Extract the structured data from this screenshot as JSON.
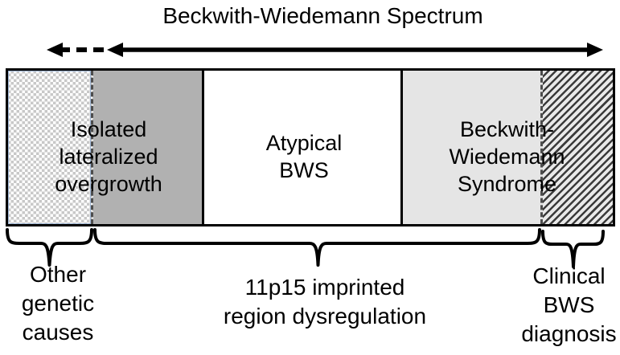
{
  "title": "Beckwith-Wiedemann Spectrum",
  "colors": {
    "segment_gray": "#b1b1b1",
    "segment_lightgray": "#e5e5e5",
    "checker_gray": "#c8c8c8",
    "checker_outline": "#9fb6d4",
    "hatch_line": "#3b3b3b",
    "hatch_bg": "#e9e9e9",
    "divider_dash": "#4d4d4d",
    "ink": "#000000"
  },
  "bar": {
    "segments": [
      {
        "id": "other-genetic-causes-region",
        "pattern": "checkerboard",
        "label": ""
      },
      {
        "id": "isolated-lateralized-overgrowth",
        "pattern": "solid-gray",
        "label": "Isolated lateralized overgrowth"
      },
      {
        "id": "atypical-bws",
        "pattern": "solid-white",
        "label": "Atypical BWS"
      },
      {
        "id": "beckwith-wiedemann-syndrome",
        "pattern": "solid-lightgray",
        "label": "Beckwith-Wiedemann Syndrome"
      },
      {
        "id": "clinical-bws-diagnosis-region",
        "pattern": "diagonal-hatch",
        "label": ""
      }
    ]
  },
  "segment_labels": {
    "isolated": {
      "lines": [
        "Isolated",
        "lateralized",
        "overgrowth"
      ]
    },
    "atypical": {
      "lines": [
        "Atypical",
        "BWS"
      ]
    },
    "bws": {
      "lines": [
        "Beckwith-",
        "Wiedemann",
        "Syndrome"
      ]
    }
  },
  "bottom_labels": {
    "other": {
      "lines": [
        "Other",
        "genetic",
        "causes"
      ]
    },
    "imprinted": {
      "lines": [
        "11p15 imprinted",
        "region dysregulation"
      ]
    },
    "clinical": {
      "lines": [
        "Clinical",
        "BWS",
        "diagnosis"
      ]
    }
  }
}
